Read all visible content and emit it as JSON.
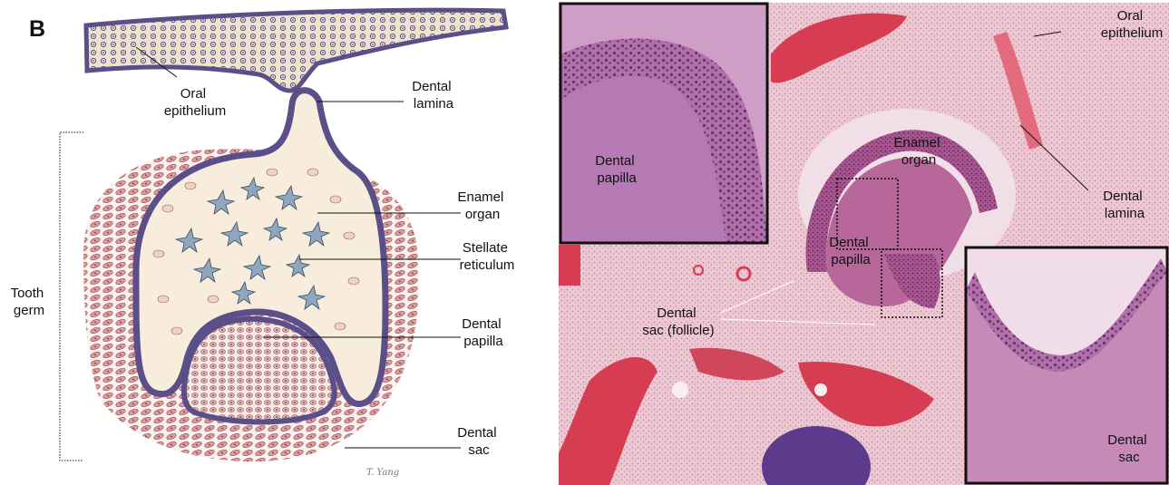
{
  "panel_letter": "B",
  "schematic": {
    "labels": {
      "oral_epithelium": [
        "Oral",
        "epithelium"
      ],
      "dental_lamina": [
        "Dental",
        "lamina"
      ],
      "enamel_organ": [
        "Enamel",
        "organ"
      ],
      "stellate_reticulum": [
        "Stellate",
        "reticulum"
      ],
      "dental_papilla": [
        "Dental",
        "papilla"
      ],
      "dental_sac": [
        "Dental",
        "sac"
      ],
      "tooth_germ": [
        "Tooth",
        "germ"
      ]
    },
    "signature": "T. Yang",
    "colors": {
      "epithelium_outline": "#5b4f8a",
      "epithelium_fill": "#efe3cf",
      "stellate_cell": "#8ea6be",
      "papilla_cell": "#e8b5ae",
      "sac_cell": "#e59a97",
      "cell_nucleus": "#4a3a5a"
    }
  },
  "micrograph": {
    "labels": {
      "oral_epithelium": [
        "Oral",
        "epithelium"
      ],
      "enamel_organ": [
        "Enamel",
        "organ"
      ],
      "dental_lamina": [
        "Dental",
        "lamina"
      ],
      "dental_papilla_center": [
        "Dental",
        "papilla"
      ],
      "dental_sac_follicle": [
        "Dental",
        "sac (follicle)"
      ],
      "inset_top_left": [
        "Dental",
        "papilla"
      ],
      "inset_bottom_right": [
        "Dental",
        "sac"
      ]
    },
    "colors": {
      "tissue_pink": "#ecc4cf",
      "stain_red": "#d63c52",
      "stain_purple": "#6e2f72",
      "background": "#f4e8ea"
    }
  }
}
